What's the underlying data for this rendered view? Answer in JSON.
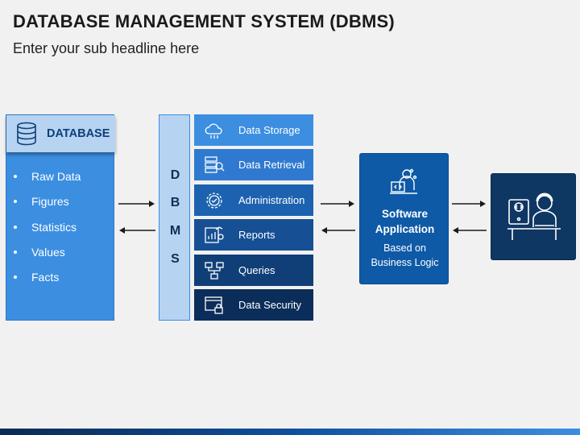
{
  "header": {
    "title": "DATABASE MANAGEMENT SYSTEM (DBMS)",
    "subtitle": "Enter your sub headline here"
  },
  "database": {
    "label": "DATABASE",
    "items": [
      "Raw Data",
      "Figures",
      "Statistics",
      "Values",
      "Facts"
    ]
  },
  "dbms": {
    "letters": [
      "D",
      "B",
      "M",
      "S"
    ]
  },
  "functions": [
    {
      "label": "Data Storage",
      "icon": "cloud-icon",
      "color": "#3c8ee1"
    },
    {
      "label": "Data Retrieval",
      "icon": "server-search-icon",
      "color": "#2f7ad0"
    },
    {
      "label": "Administration",
      "icon": "settings-shield-icon",
      "color": "#1d62b0"
    },
    {
      "label": "Reports",
      "icon": "report-chart-icon",
      "color": "#164f94"
    },
    {
      "label": "Queries",
      "icon": "query-tree-icon",
      "color": "#103f78"
    },
    {
      "label": "Data Security",
      "icon": "lock-window-icon",
      "color": "#0b2d59"
    }
  ],
  "software": {
    "title_line1": "Software",
    "title_line2": "Application",
    "sub_line1": "Based on",
    "sub_line2": "Business Logic"
  },
  "colors": {
    "light_blue": "#b7d3f2",
    "mid_blue": "#3c8ee1",
    "dark_blue": "#0e5aa7",
    "navy": "#0e3763"
  }
}
